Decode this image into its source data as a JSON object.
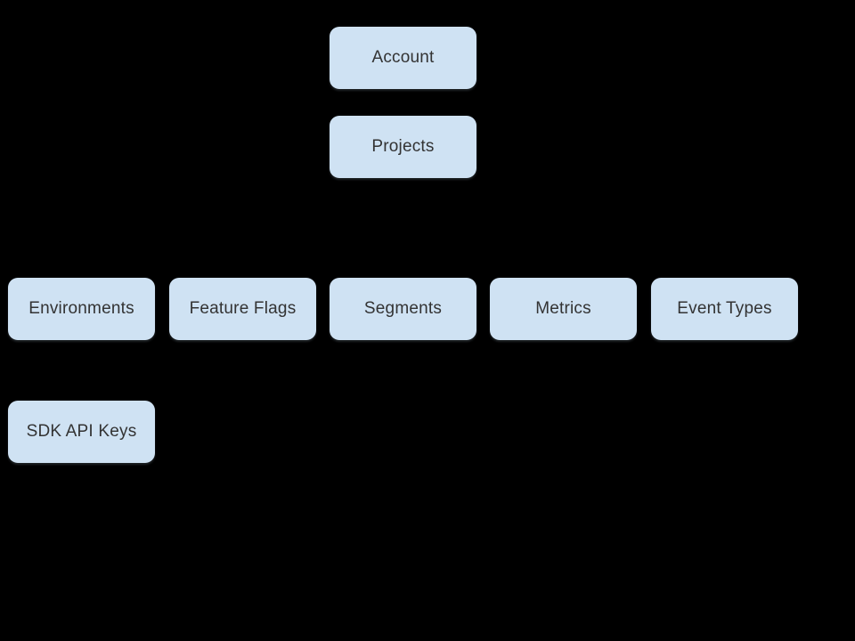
{
  "diagram": {
    "background_color": "#000000",
    "node_fill_color": "#cfe2f3",
    "node_text_color": "#333333",
    "nodes": [
      {
        "id": "account",
        "label": "Account"
      },
      {
        "id": "projects",
        "label": "Projects"
      },
      {
        "id": "environments",
        "label": "Environments"
      },
      {
        "id": "feature-flags",
        "label": "Feature Flags"
      },
      {
        "id": "segments",
        "label": "Segments"
      },
      {
        "id": "metrics",
        "label": "Metrics"
      },
      {
        "id": "event-types",
        "label": "Event Types"
      },
      {
        "id": "sdk-api-keys",
        "label": "SDK API Keys"
      }
    ]
  }
}
